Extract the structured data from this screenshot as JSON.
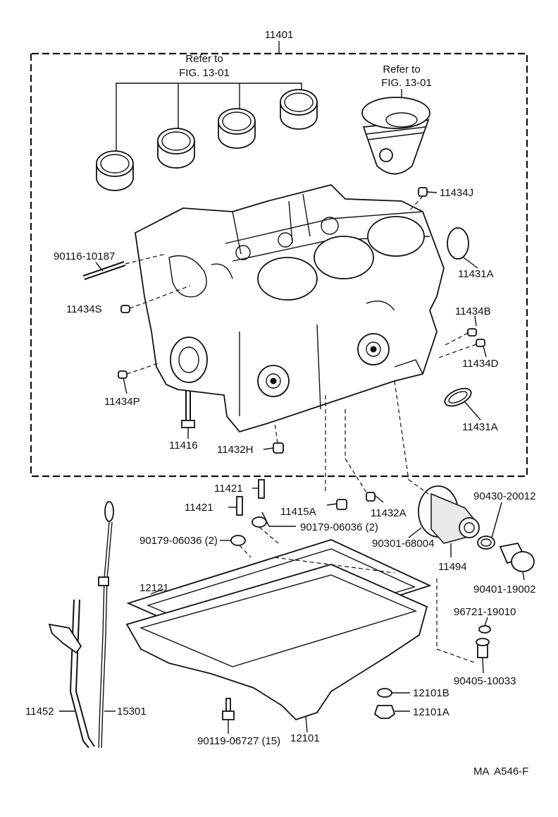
{
  "assembly": {
    "main_label": "11401",
    "refer_left": {
      "line1": "Refer to",
      "line2": "FIG. 13-01"
    },
    "refer_right": {
      "line1": "Refer to",
      "line2": "FIG. 13-01"
    }
  },
  "labels": {
    "p11434J": "11434J",
    "p90116_10187": "90116-10187",
    "p11431A_top": "11431A",
    "p11434S": "11434S",
    "p11434B": "11434B",
    "p11434D": "11434D",
    "p11434P": "11434P",
    "p11431A_bottom": "11431A",
    "p11416": "11416",
    "p11432H": "11432H",
    "p11421_a": "11421",
    "p11421_b": "11421",
    "p11415A": "11415A",
    "p11432A": "11432A",
    "p90430_20012": "90430-20012",
    "p90179_06036_right": "90179-06036 (2)",
    "p90179_06036_left": "90179-06036 (2)",
    "p90301_68004": "90301-68004",
    "p11494": "11494",
    "p90401_19002": "90401-19002",
    "p12121": "12121",
    "p96721_19010": "96721-19010",
    "p90405_10033": "90405-10033",
    "p12101B": "12101B",
    "p11452": "11452",
    "p15301": "15301",
    "p12101A": "12101A",
    "p90119_06727": "90119-06727 (15)",
    "p12101": "12101"
  },
  "figure_code": "MA  A546-F"
}
